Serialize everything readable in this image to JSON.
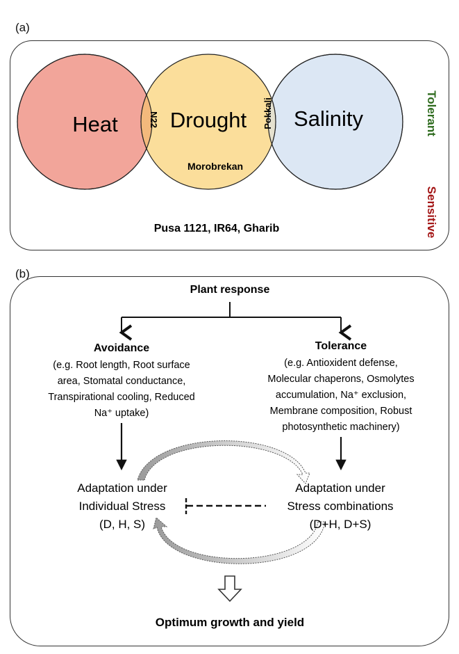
{
  "panel_a": {
    "label": "(a)",
    "circles": {
      "heat": "Heat",
      "drought": "Drought",
      "salinity": "Salinity"
    },
    "overlaps": {
      "heat_drought": "N22",
      "drought_salinity": "Pokkali",
      "drought_only": "Morobrekan"
    },
    "tolerant_label": "Tolerant",
    "sensitive_label": "Sensitive",
    "sensitive_varieties": "Pusa 1121, IR64, Gharib",
    "colors": {
      "heat": "#F2A59A",
      "drought": "#FBDE9B",
      "salinity": "#DCE7F4",
      "heat_drought": "#F3B97C",
      "drought_salinity": "#E5E1CF",
      "tolerant": "#2E6B1E",
      "sensitive": "#A31515"
    }
  },
  "panel_b": {
    "label": "(b)",
    "top": "Plant response",
    "avoidance": {
      "title": "Avoidance",
      "lines": [
        "(e.g. Root length, Root surface",
        "area, Stomatal conductance,",
        "Transpirational cooling, Reduced",
        "Na⁺ uptake)"
      ]
    },
    "tolerance": {
      "title": "Tolerance",
      "lines": [
        "(e.g. Antioxident defense,",
        "Molecular chaperons, Osmolytes",
        "accumulation, Na⁺ exclusion,",
        "Membrane composition, Robust",
        "photosynthetic machinery)"
      ]
    },
    "individual": {
      "lines": [
        "Adaptation under",
        "Individual Stress",
        "(D, H, S)"
      ]
    },
    "combination": {
      "lines": [
        "Adaptation under",
        "Stress combinations",
        "(D+H, D+S)"
      ]
    },
    "bottom": "Optimum growth and yield"
  }
}
